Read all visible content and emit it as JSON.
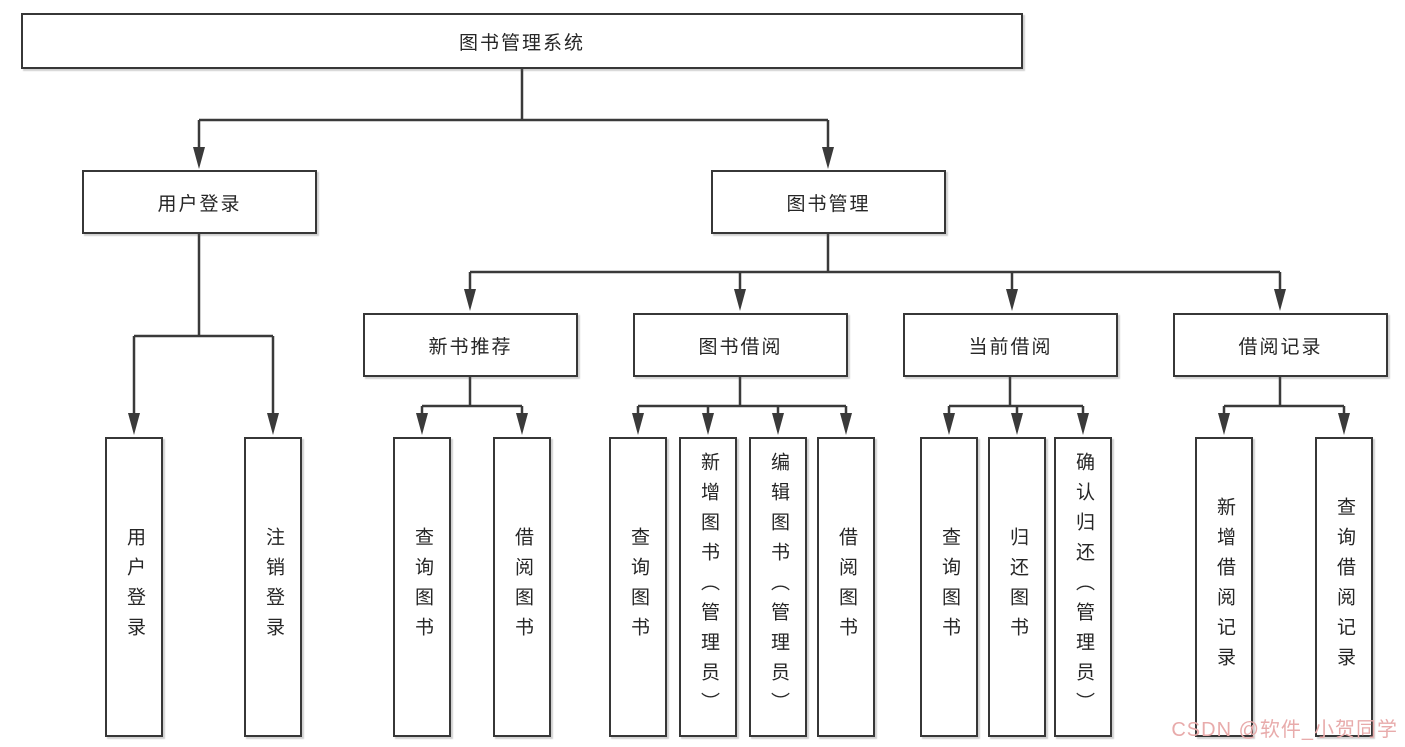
{
  "diagram": {
    "root": {
      "label": "图书管理系统"
    },
    "level2": [
      {
        "label": "用户登录"
      },
      {
        "label": "图书管理"
      }
    ],
    "level3": [
      {
        "label": "新书推荐"
      },
      {
        "label": "图书借阅"
      },
      {
        "label": "当前借阅"
      },
      {
        "label": "借阅记录"
      }
    ],
    "leaves": {
      "user_login": [
        {
          "label": "用户登录"
        },
        {
          "label": "注销登录"
        }
      ],
      "new_book": [
        {
          "label": "查询图书"
        },
        {
          "label": "借阅图书"
        }
      ],
      "book_borrow": [
        {
          "label": "查询图书"
        },
        {
          "label": "新增图书（管理员）"
        },
        {
          "label": "编辑图书（管理员）"
        },
        {
          "label": "借阅图书"
        }
      ],
      "current_borrow": [
        {
          "label": "查询图书"
        },
        {
          "label": "归还图书"
        },
        {
          "label": "确认归还（管理员）"
        }
      ],
      "borrow_records": [
        {
          "label": "新增借阅记录"
        },
        {
          "label": "查询借阅记录"
        }
      ]
    }
  },
  "watermark": {
    "text": "CSDN @软件_小贺同学"
  },
  "colors": {
    "line": "#3a3a3a",
    "box_border": "#373737",
    "text": "#262626",
    "background": "#ffffff",
    "watermark": "#e8abab"
  }
}
